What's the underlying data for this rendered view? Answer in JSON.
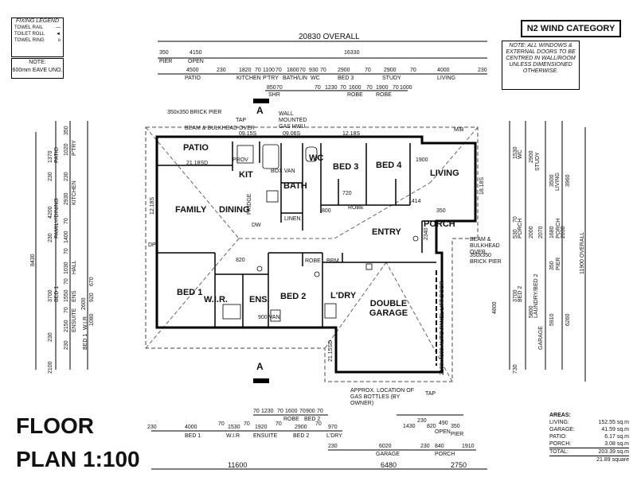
{
  "legend": {
    "title": "FIXING LEGEND",
    "items": [
      {
        "label": "TOWEL RAIL",
        "symbol": "—"
      },
      {
        "label": "TOILET ROLL",
        "symbol": "◄"
      },
      {
        "label": "TOWEL RING",
        "symbol": "o"
      }
    ]
  },
  "eave_note": {
    "line1": "NOTE:",
    "line2": "600mm EAVE UNO."
  },
  "wind_category": "N2 WIND CATEGORY",
  "window_note": "NOTE: ALL WINDOWS & EXTERNAL DOORS TO BE CENTRED IN WALL/ROOM UNLESS DIMENSIONED OTHERWISE.",
  "title": {
    "line1": "FLOOR",
    "line2": "PLAN 1:100"
  },
  "section_marks": [
    "A",
    "A"
  ],
  "rooms": {
    "patio": "PATIO",
    "kit": "KIT",
    "family": "FAMILY",
    "dining": "DINING",
    "wc": "WC",
    "bath": "BATH",
    "bed3": "BED 3",
    "bed4": "BED 4",
    "living": "LIVING",
    "porch": "PORCH",
    "entry": "ENTRY",
    "bed1": "BED 1",
    "wir": "W.I.R.",
    "ens": "ENS.",
    "bed2": "BED 2",
    "ldry": "L'DRY",
    "garage": "DOUBLE GARAGE",
    "linen": "LINEN",
    "robe": "ROBE",
    "brm": "BRM"
  },
  "top_dims": {
    "overall": "20830 OVERALL",
    "pier": "350",
    "pier_label": "PIER",
    "open": "4150",
    "open_label": "OPEN",
    "right": "16330",
    "row3": [
      {
        "v": "4500",
        "l": "PATIO"
      },
      {
        "v": "230",
        "l": ""
      },
      {
        "v": "1820",
        "l": "KITCHEN"
      },
      {
        "v": "70",
        "l": ""
      },
      {
        "v": "1100",
        "l": "P'TRY"
      },
      {
        "v": "70",
        "l": ""
      },
      {
        "v": "1800",
        "l": "BATH/LIN"
      },
      {
        "v": "70",
        "l": ""
      },
      {
        "v": "930",
        "l": "WC"
      },
      {
        "v": "70",
        "l": ""
      },
      {
        "v": "2900",
        "l": "BED 3"
      },
      {
        "v": "70",
        "l": ""
      },
      {
        "v": "2900",
        "l": "STUDY"
      },
      {
        "v": "70",
        "l": ""
      },
      {
        "v": "4000",
        "l": "LIVING"
      },
      {
        "v": "230",
        "l": ""
      }
    ],
    "row4": [
      "850",
      "70",
      "70",
      "1230",
      "70",
      "1600",
      "70",
      "1900",
      "70",
      "1000"
    ],
    "row4_labels": [
      "SHR",
      "ROBE",
      "ROBE"
    ]
  },
  "bottom_dims": {
    "row1": [
      "70",
      "1230",
      "70",
      "1600",
      "70",
      "900",
      "70"
    ],
    "row1_labels": [
      "ROBE",
      "BED 2"
    ],
    "row1b": [
      "1430",
      "230",
      "820",
      "490",
      "350"
    ],
    "row1b_labels": [
      "OPEN",
      "PIER"
    ],
    "row2": [
      {
        "v": "230",
        "l": ""
      },
      {
        "v": "4000",
        "l": "BED 1"
      },
      {
        "v": "70",
        "l": ""
      },
      {
        "v": "1530",
        "l": "W.I.R"
      },
      {
        "v": "70",
        "l": ""
      },
      {
        "v": "1920",
        "l": "ENSUITE"
      },
      {
        "v": "70",
        "l": ""
      },
      {
        "v": "2900",
        "l": "BED 2"
      },
      {
        "v": "70",
        "l": ""
      },
      {
        "v": "970",
        "l": "L'DRY"
      }
    ],
    "row2b": [
      "230",
      "6020",
      "230",
      "840",
      "1910"
    ],
    "row2b_labels": [
      "GARAGE",
      "PORCH"
    ],
    "row3": [
      "11600",
      "6480",
      "2750"
    ]
  },
  "left_dims": {
    "overall": "8430",
    "a": [
      "1370",
      "230"
    ],
    "a_labels": [
      "PATIO"
    ],
    "b": [
      "4200",
      "230"
    ],
    "b_labels": [
      "FAMILY/DINING"
    ],
    "c": [
      "3700",
      "230",
      "2100"
    ],
    "c_labels": [
      "BED 1"
    ],
    "d": [
      "350",
      "1020",
      "230",
      "2930",
      "70",
      "1400",
      "70",
      "1030",
      "70",
      "1550",
      "70",
      "2150",
      "230"
    ],
    "d_labels": [
      "P'TRY",
      "KITCHEN",
      "HALL",
      "ENS",
      "ENSUITE"
    ],
    "e": [
      "2600",
      "920",
      "670",
      "1080"
    ],
    "e_labels": [
      "W.I.R",
      "BED 1"
    ]
  },
  "right_dims": {
    "overall": "11900 OVERALL",
    "a": [
      "1530",
      "2900",
      "3500",
      "3960"
    ],
    "a_labels": [
      "WC",
      "STUDY",
      "LIVING"
    ],
    "b": [
      "70",
      "530",
      "2000",
      "3700",
      "5800",
      "730"
    ],
    "b_labels": [
      "PORCH",
      "BED 2",
      "LAUNDRY/BED 2",
      "GARAGE"
    ],
    "c": [
      "1680",
      "2030",
      "2070",
      "350",
      "4800",
      "5910",
      "6260"
    ],
    "c_labels": [
      "PORCH",
      "PIER"
    ]
  },
  "annotations": [
    "350x350 BRICK PIER",
    "BEAM & BULKHEAD OVER",
    "TAP",
    "WALL MOUNTED GAS HWU",
    "BEAM & BULKHEAD OVER",
    "350x350 BRICK PIER",
    "M/B",
    "APPROX. LOCATION OF GAS BOTTLES (BY OWNER)",
    "TAP",
    "2100x4800 AUTO PANEL LIFT DOOR",
    "21.18SD",
    "12.18S",
    "09.15S",
    "09.06S",
    "12.18S",
    "18.18S",
    "DP",
    "21.15SD",
    "BOX VAN",
    "900 VAN",
    "DW",
    "PROV",
    "FRIDGE",
    "800",
    "820",
    "720",
    "1900",
    "1414",
    "2340",
    "350"
  ],
  "areas": {
    "title": "AREAS:",
    "rows": [
      {
        "k": "LIVING:",
        "v": "152.55 sq.m"
      },
      {
        "k": "GARAGE:",
        "v": "41.59 sq.m"
      },
      {
        "k": "PATIO:",
        "v": "6.17 sq.m"
      },
      {
        "k": "PORCH:",
        "v": "3.08 sq.m"
      }
    ],
    "total_k": "TOTAL:",
    "total_v": "203.39 sq.m",
    "squares": "21.89  square"
  }
}
